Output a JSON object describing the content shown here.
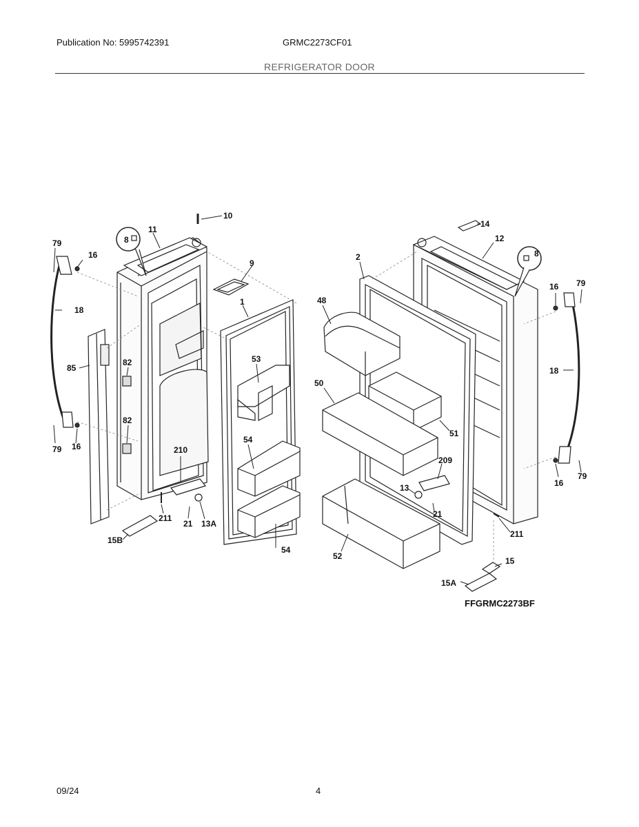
{
  "header": {
    "publication": "Publication No: 5995742391",
    "model": "GRMC2273CF01",
    "section_title": "REFRIGERATOR DOOR"
  },
  "diagram": {
    "figure_code": "FFGRMC2273BF",
    "callouts": {
      "c10": "10",
      "c11": "11",
      "c8a": "8",
      "c9": "9",
      "c1": "1",
      "c79a": "79",
      "c16a": "16",
      "c18a": "18",
      "c85": "85",
      "c82a": "82",
      "c82b": "82",
      "c79b": "79",
      "c16b": "16",
      "c53": "53",
      "c54a": "54",
      "c54b": "54",
      "c210": "210",
      "c211a": "211",
      "c21a": "21",
      "c13A": "13A",
      "c15B": "15B",
      "c14": "14",
      "c12": "12",
      "c2": "2",
      "c8b": "8",
      "c16c": "16",
      "c79c": "79",
      "c48": "48",
      "c50": "50",
      "c51": "51",
      "c18b": "18",
      "c209": "209",
      "c13": "13",
      "c21b": "21",
      "c16d": "16",
      "c79d": "79",
      "c211b": "211",
      "c52": "52",
      "c15": "15",
      "c15A": "15A"
    }
  },
  "footer": {
    "date": "09/24",
    "page": "4"
  }
}
